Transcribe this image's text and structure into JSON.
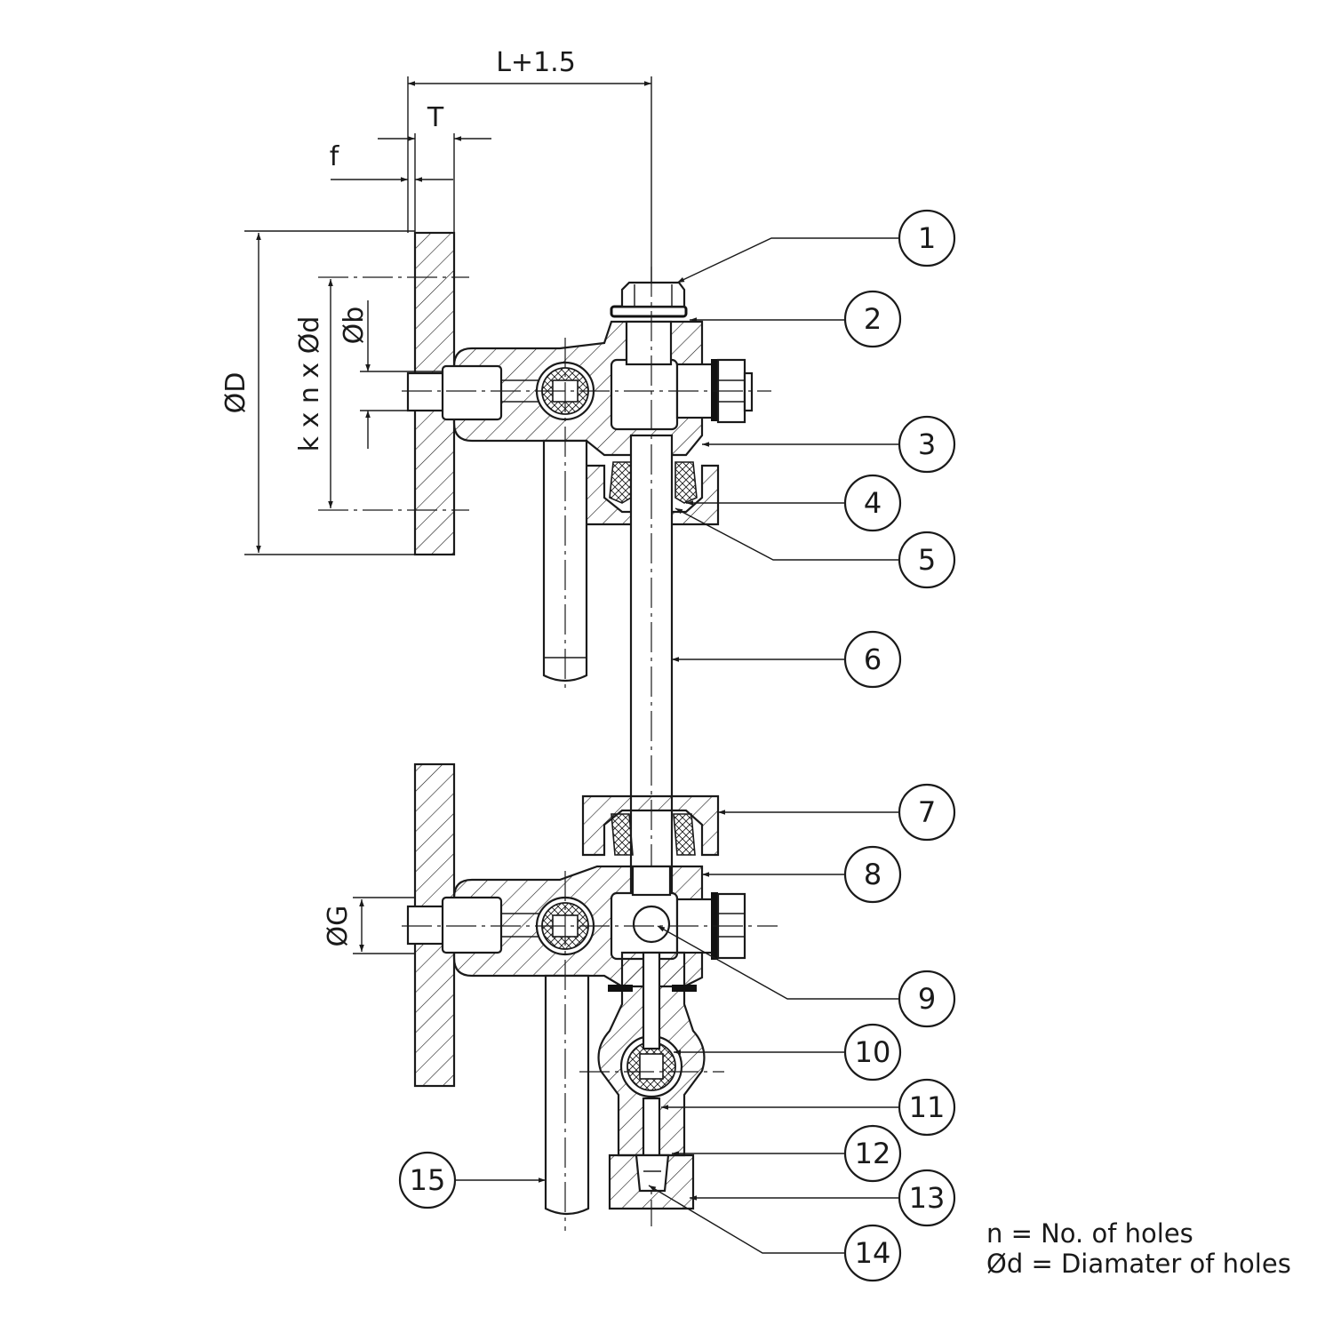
{
  "dimensions": {
    "L": "L+1.5",
    "T": "T",
    "f": "f",
    "D": "ØD",
    "kxnxd": "k x n x Ød",
    "b": "Øb",
    "G": "ØG"
  },
  "balloons": [
    "1",
    "2",
    "3",
    "4",
    "5",
    "6",
    "7",
    "8",
    "9",
    "10",
    "11",
    "12",
    "13",
    "14",
    "15"
  ],
  "notes": {
    "line1": "n = No. of holes",
    "line2": "Ød = Diamater of holes"
  }
}
